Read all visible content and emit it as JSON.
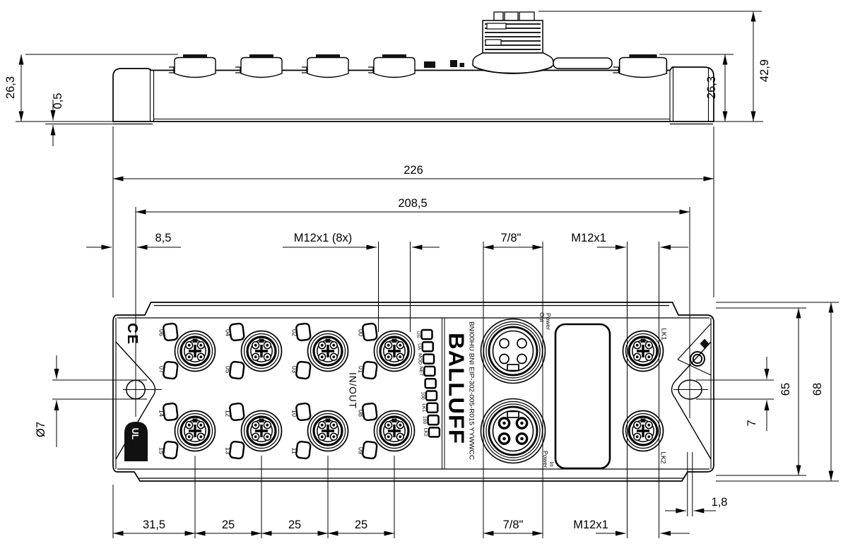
{
  "device": {
    "brand": "BALLUFF",
    "model_text": "BNI00HU  BNI EIP-302-005-R015  YYWWCC",
    "ce_mark": "CE",
    "ul_mark": "UL",
    "io_text": "IN/OUT",
    "power_out_l1": "Power",
    "power_out_l2": "Out",
    "power_in_l1": "Power",
    "power_in_l2": "In",
    "lk1": "LK1",
    "lk2": "LK2",
    "led_labels": [
      "US",
      "UA",
      "MOD",
      "NET",
      "100",
      "LK1",
      "100",
      "LK2"
    ],
    "ports_top": [
      [
        "06",
        "07"
      ],
      [
        "04",
        "05"
      ],
      [
        "02",
        "03"
      ],
      [
        "00",
        "01"
      ]
    ],
    "ports_bottom": [
      [
        "14",
        "15"
      ],
      [
        "12",
        "13"
      ],
      [
        "10",
        "11"
      ],
      [
        "08",
        "09"
      ]
    ]
  },
  "dims": {
    "side_height": "26,3",
    "foot": "0,5",
    "side_height_r": "26,3",
    "total_height_side": "42,9",
    "total_width": "226",
    "hole_span": "208,5",
    "edge_offset": "8,5",
    "io_thread": "M12x1 (8x)",
    "power_thread": "7/8\"",
    "net_thread": "M12x1",
    "body_height": "65",
    "overall_height": "68",
    "slot_width": "7",
    "hole_dia": "Ø7",
    "first_pitch": "31,5",
    "pitch": "25",
    "power_thread_b": "7/8\"",
    "net_thread_b": "M12x1",
    "slot_offset": "1,8"
  }
}
